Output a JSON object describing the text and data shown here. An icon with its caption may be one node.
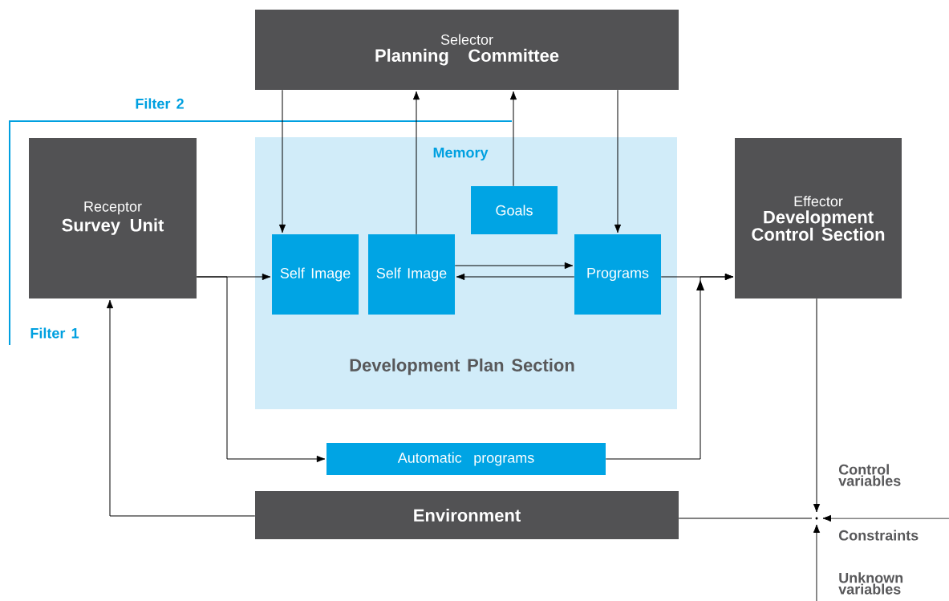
{
  "diagram": {
    "nodes": [
      {
        "text": [
          "Selector",
          "Planning Committee"
        ]
      },
      {
        "text": [
          "Receptor",
          "Survey Unit"
        ]
      },
      {
        "text": [
          "Memory",
          "Development Plan Section"
        ]
      },
      {
        "text": [
          "Goals"
        ],
        "in": 2
      },
      {
        "text": [
          "Self Image"
        ],
        "in": 2
      },
      {
        "text": [
          "Self Image"
        ],
        "in": 2
      },
      {
        "text": [
          "Programs"
        ],
        "in": 2
      },
      {
        "text": [
          "Effector",
          "Development Control Section"
        ]
      },
      {
        "text": [
          "Automatic programs"
        ]
      },
      {
        "text": [
          "Environment"
        ]
      },
      {
        "text": [],
        "shape": "point"
      }
    ],
    "edges": [
      {
        "from": 0,
        "to": 4,
        "arrow": "to"
      },
      {
        "from": 5,
        "to": 0,
        "arrow": "to"
      },
      {
        "from": 3,
        "to": 0,
        "arrow": "to"
      },
      {
        "from": 0,
        "to": 6,
        "arrow": "to"
      },
      {
        "from": 5,
        "to": 6,
        "arrow": "to"
      },
      {
        "from": 6,
        "to": 5,
        "arrow": "to"
      },
      {
        "from": 1,
        "to": 4,
        "arrow": "to"
      },
      {
        "from": 1,
        "to": 8,
        "arrow": "to"
      },
      {
        "from": 6,
        "to": 7,
        "arrow": "to"
      },
      {
        "from": 8,
        "to": 7,
        "arrow": "to"
      },
      {
        "from": 9,
        "to": 1,
        "arrow": "to"
      },
      {
        "from": 7,
        "to": 10,
        "arrow": "to",
        "label": "Control variables"
      },
      {
        "from": 9,
        "to": 10,
        "arrow": "none"
      },
      {
        "from": null,
        "to": 10,
        "arrow": "to",
        "label": "Constraints"
      },
      {
        "from": null,
        "to": 10,
        "arrow": "to",
        "label": "Unknown variables"
      }
    ],
    "labels": [
      "Filter 2",
      "Filter 1"
    ]
  }
}
